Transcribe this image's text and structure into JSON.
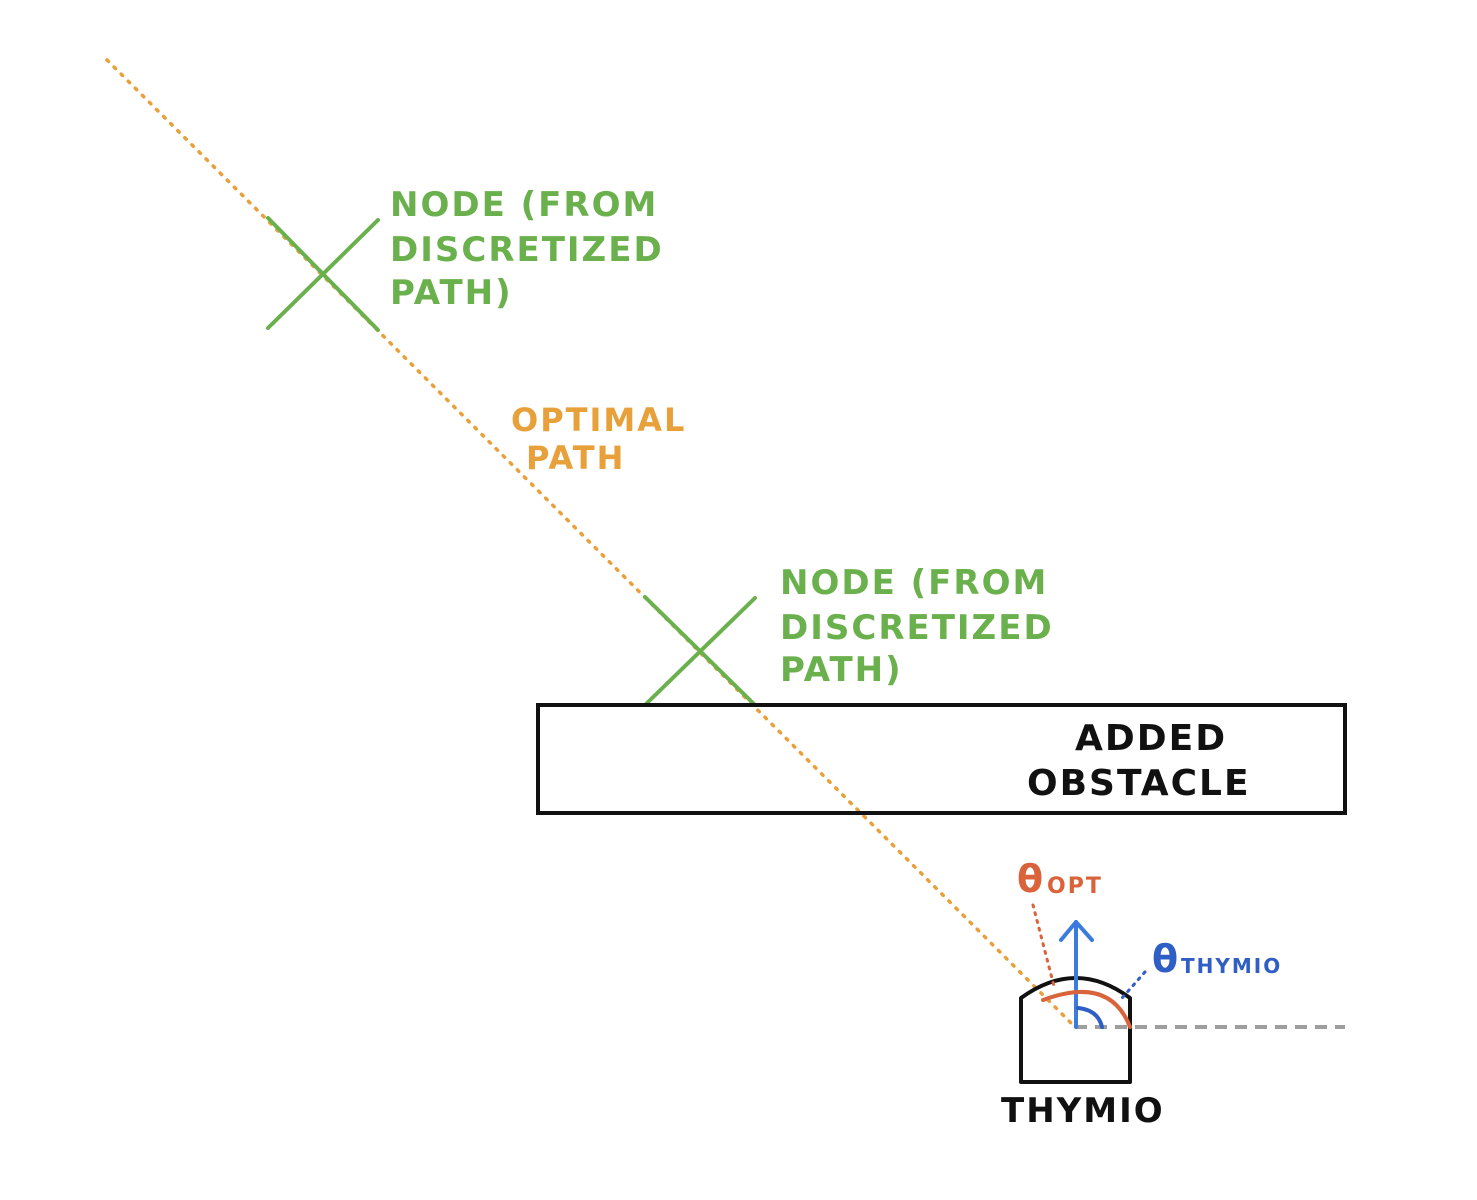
{
  "nodes": [
    {
      "line1": "NODE (FROM",
      "line2": "DISCRETIZED",
      "line3": "PATH)"
    },
    {
      "line1": "NODE (FROM",
      "line2": "DISCRETIZED",
      "line3": "PATH)"
    }
  ],
  "optimal_path": {
    "line1": "OPTIMAL",
    "line2": "PATH"
  },
  "obstacle": {
    "line1": "ADDED",
    "line2": "OBSTACLE"
  },
  "robot": {
    "label": "THYMIO"
  },
  "theta_opt": {
    "symbol": "θ",
    "sub": "OPT"
  },
  "theta_thymio": {
    "symbol": "θ",
    "sub": "THYMIO"
  },
  "colors": {
    "node": "#6ab04c",
    "path": "#e8a03a",
    "theta_opt": "#d9633a",
    "theta_thymio": "#2f5fc4",
    "arrow": "#3b7be0",
    "axis": "#9e9e9e",
    "ink": "#111111"
  }
}
